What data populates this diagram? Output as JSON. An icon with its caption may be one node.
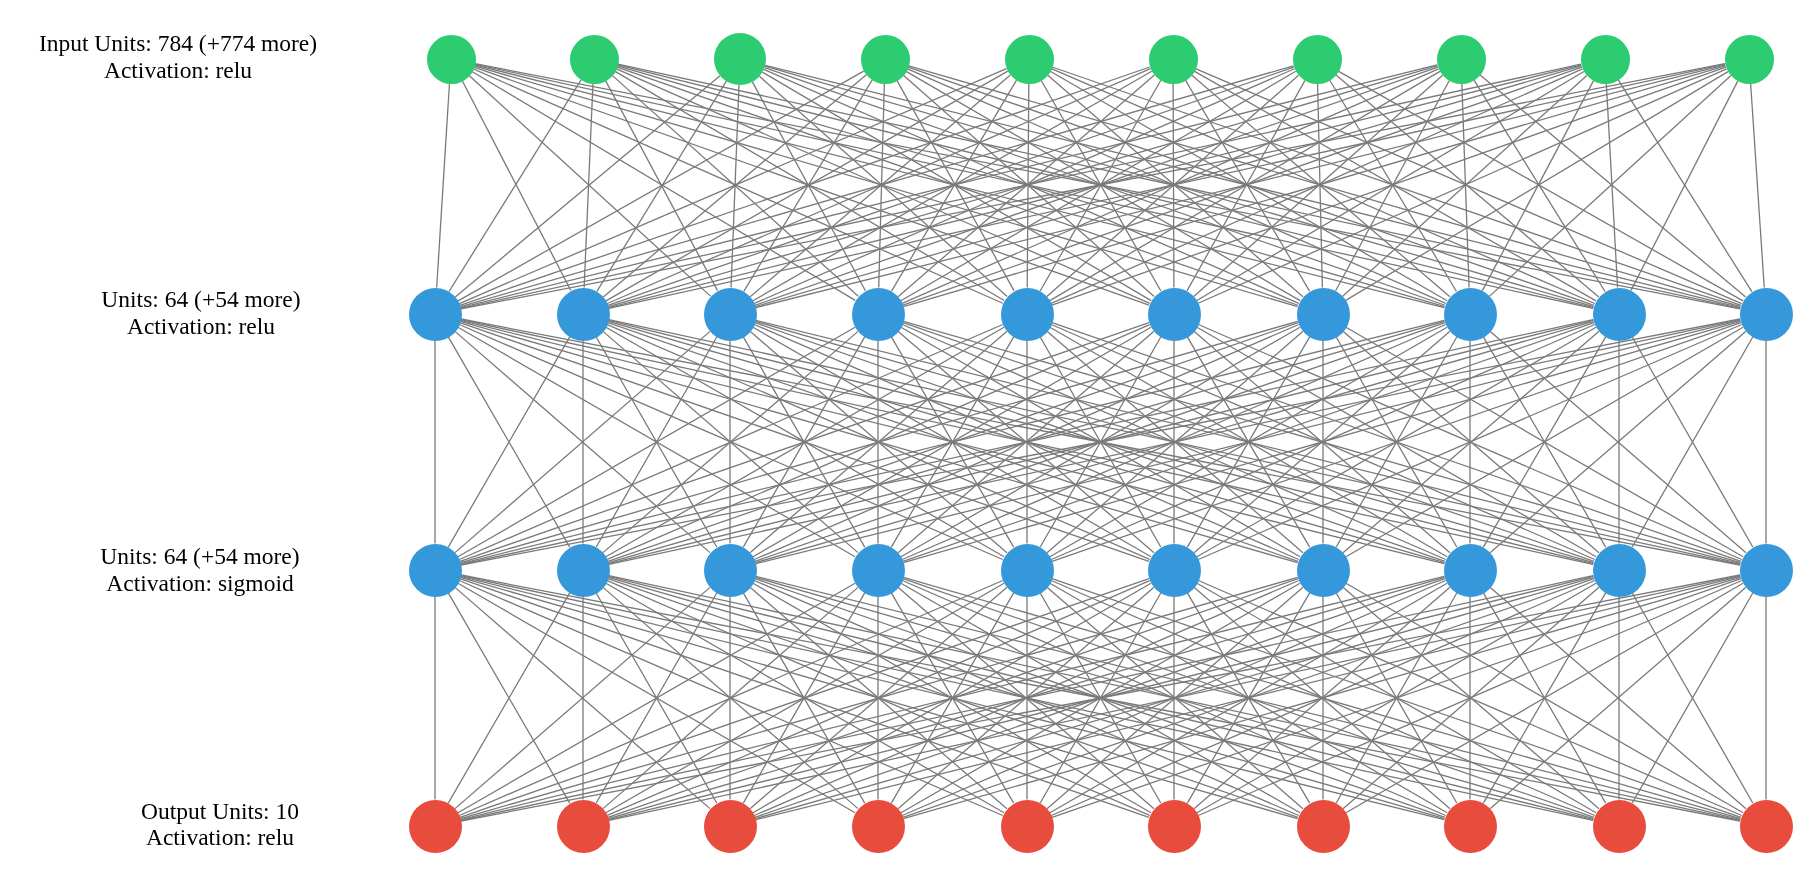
{
  "diagram": {
    "nodes": [
      {
        "text": [],
        "shape": "circle"
      },
      {
        "text": [],
        "shape": "circle"
      },
      {
        "text": [],
        "shape": "circle"
      },
      {
        "text": [],
        "shape": "circle"
      },
      {
        "text": [],
        "shape": "circle"
      },
      {
        "text": [],
        "shape": "circle"
      },
      {
        "text": [],
        "shape": "circle"
      },
      {
        "text": [],
        "shape": "circle"
      },
      {
        "text": [],
        "shape": "circle"
      },
      {
        "text": [],
        "shape": "circle"
      },
      {
        "text": [],
        "shape": "circle"
      },
      {
        "text": [],
        "shape": "circle"
      },
      {
        "text": [],
        "shape": "circle"
      },
      {
        "text": [],
        "shape": "circle"
      },
      {
        "text": [],
        "shape": "circle"
      },
      {
        "text": [],
        "shape": "circle"
      },
      {
        "text": [],
        "shape": "circle"
      },
      {
        "text": [],
        "shape": "circle"
      },
      {
        "text": [],
        "shape": "circle"
      },
      {
        "text": [],
        "shape": "circle"
      },
      {
        "text": [],
        "shape": "circle"
      },
      {
        "text": [],
        "shape": "circle"
      },
      {
        "text": [],
        "shape": "circle"
      },
      {
        "text": [],
        "shape": "circle"
      },
      {
        "text": [],
        "shape": "circle"
      },
      {
        "text": [],
        "shape": "circle"
      },
      {
        "text": [],
        "shape": "circle"
      },
      {
        "text": [],
        "shape": "circle"
      },
      {
        "text": [],
        "shape": "circle"
      },
      {
        "text": [],
        "shape": "circle"
      },
      {
        "text": [],
        "shape": "circle"
      },
      {
        "text": [],
        "shape": "circle"
      },
      {
        "text": [],
        "shape": "circle"
      },
      {
        "text": [],
        "shape": "circle"
      },
      {
        "text": [],
        "shape": "circle"
      },
      {
        "text": [],
        "shape": "circle"
      },
      {
        "text": [],
        "shape": "circle"
      },
      {
        "text": [],
        "shape": "circle"
      },
      {
        "text": [],
        "shape": "circle"
      },
      {
        "text": [],
        "shape": "circle"
      }
    ],
    "edges": [
      {
        "from": 0,
        "to": 10,
        "arrow": "none"
      },
      {
        "from": 0,
        "to": 11,
        "arrow": "none"
      },
      {
        "from": 0,
        "to": 12,
        "arrow": "none"
      },
      {
        "from": 0,
        "to": 13,
        "arrow": "none"
      },
      {
        "from": 0,
        "to": 14,
        "arrow": "none"
      },
      {
        "from": 0,
        "to": 15,
        "arrow": "none"
      },
      {
        "from": 0,
        "to": 16,
        "arrow": "none"
      },
      {
        "from": 0,
        "to": 17,
        "arrow": "none"
      },
      {
        "from": 0,
        "to": 18,
        "arrow": "none"
      },
      {
        "from": 0,
        "to": 19,
        "arrow": "none"
      },
      {
        "from": 1,
        "to": 10,
        "arrow": "none"
      },
      {
        "from": 1,
        "to": 11,
        "arrow": "none"
      },
      {
        "from": 1,
        "to": 12,
        "arrow": "none"
      },
      {
        "from": 1,
        "to": 13,
        "arrow": "none"
      },
      {
        "from": 1,
        "to": 14,
        "arrow": "none"
      },
      {
        "from": 1,
        "to": 15,
        "arrow": "none"
      },
      {
        "from": 1,
        "to": 16,
        "arrow": "none"
      },
      {
        "from": 1,
        "to": 17,
        "arrow": "none"
      },
      {
        "from": 1,
        "to": 18,
        "arrow": "none"
      },
      {
        "from": 1,
        "to": 19,
        "arrow": "none"
      },
      {
        "from": 2,
        "to": 10,
        "arrow": "none"
      },
      {
        "from": 2,
        "to": 11,
        "arrow": "none"
      },
      {
        "from": 2,
        "to": 12,
        "arrow": "none"
      },
      {
        "from": 2,
        "to": 13,
        "arrow": "none"
      },
      {
        "from": 2,
        "to": 14,
        "arrow": "none"
      },
      {
        "from": 2,
        "to": 15,
        "arrow": "none"
      },
      {
        "from": 2,
        "to": 16,
        "arrow": "none"
      },
      {
        "from": 2,
        "to": 17,
        "arrow": "none"
      },
      {
        "from": 2,
        "to": 18,
        "arrow": "none"
      },
      {
        "from": 2,
        "to": 19,
        "arrow": "none"
      },
      {
        "from": 3,
        "to": 10,
        "arrow": "none"
      },
      {
        "from": 3,
        "to": 11,
        "arrow": "none"
      },
      {
        "from": 3,
        "to": 12,
        "arrow": "none"
      },
      {
        "from": 3,
        "to": 13,
        "arrow": "none"
      },
      {
        "from": 3,
        "to": 14,
        "arrow": "none"
      },
      {
        "from": 3,
        "to": 15,
        "arrow": "none"
      },
      {
        "from": 3,
        "to": 16,
        "arrow": "none"
      },
      {
        "from": 3,
        "to": 17,
        "arrow": "none"
      },
      {
        "from": 3,
        "to": 18,
        "arrow": "none"
      },
      {
        "from": 3,
        "to": 19,
        "arrow": "none"
      },
      {
        "from": 4,
        "to": 10,
        "arrow": "none"
      },
      {
        "from": 4,
        "to": 11,
        "arrow": "none"
      },
      {
        "from": 4,
        "to": 12,
        "arrow": "none"
      },
      {
        "from": 4,
        "to": 13,
        "arrow": "none"
      },
      {
        "from": 4,
        "to": 14,
        "arrow": "none"
      },
      {
        "from": 4,
        "to": 15,
        "arrow": "none"
      },
      {
        "from": 4,
        "to": 16,
        "arrow": "none"
      },
      {
        "from": 4,
        "to": 17,
        "arrow": "none"
      },
      {
        "from": 4,
        "to": 18,
        "arrow": "none"
      },
      {
        "from": 4,
        "to": 19,
        "arrow": "none"
      },
      {
        "from": 5,
        "to": 10,
        "arrow": "none"
      },
      {
        "from": 5,
        "to": 11,
        "arrow": "none"
      },
      {
        "from": 5,
        "to": 12,
        "arrow": "none"
      },
      {
        "from": 5,
        "to": 13,
        "arrow": "none"
      },
      {
        "from": 5,
        "to": 14,
        "arrow": "none"
      },
      {
        "from": 5,
        "to": 15,
        "arrow": "none"
      },
      {
        "from": 5,
        "to": 16,
        "arrow": "none"
      },
      {
        "from": 5,
        "to": 17,
        "arrow": "none"
      },
      {
        "from": 5,
        "to": 18,
        "arrow": "none"
      },
      {
        "from": 5,
        "to": 19,
        "arrow": "none"
      },
      {
        "from": 6,
        "to": 10,
        "arrow": "none"
      },
      {
        "from": 6,
        "to": 11,
        "arrow": "none"
      },
      {
        "from": 6,
        "to": 12,
        "arrow": "none"
      },
      {
        "from": 6,
        "to": 13,
        "arrow": "none"
      },
      {
        "from": 6,
        "to": 14,
        "arrow": "none"
      },
      {
        "from": 6,
        "to": 15,
        "arrow": "none"
      },
      {
        "from": 6,
        "to": 16,
        "arrow": "none"
      },
      {
        "from": 6,
        "to": 17,
        "arrow": "none"
      },
      {
        "from": 6,
        "to": 18,
        "arrow": "none"
      },
      {
        "from": 6,
        "to": 19,
        "arrow": "none"
      },
      {
        "from": 7,
        "to": 10,
        "arrow": "none"
      },
      {
        "from": 7,
        "to": 11,
        "arrow": "none"
      },
      {
        "from": 7,
        "to": 12,
        "arrow": "none"
      },
      {
        "from": 7,
        "to": 13,
        "arrow": "none"
      },
      {
        "from": 7,
        "to": 14,
        "arrow": "none"
      },
      {
        "from": 7,
        "to": 15,
        "arrow": "none"
      },
      {
        "from": 7,
        "to": 16,
        "arrow": "none"
      },
      {
        "from": 7,
        "to": 17,
        "arrow": "none"
      },
      {
        "from": 7,
        "to": 18,
        "arrow": "none"
      },
      {
        "from": 7,
        "to": 19,
        "arrow": "none"
      },
      {
        "from": 8,
        "to": 10,
        "arrow": "none"
      },
      {
        "from": 8,
        "to": 11,
        "arrow": "none"
      },
      {
        "from": 8,
        "to": 12,
        "arrow": "none"
      },
      {
        "from": 8,
        "to": 13,
        "arrow": "none"
      },
      {
        "from": 8,
        "to": 14,
        "arrow": "none"
      },
      {
        "from": 8,
        "to": 15,
        "arrow": "none"
      },
      {
        "from": 8,
        "to": 16,
        "arrow": "none"
      },
      {
        "from": 8,
        "to": 17,
        "arrow": "none"
      },
      {
        "from": 8,
        "to": 18,
        "arrow": "none"
      },
      {
        "from": 8,
        "to": 19,
        "arrow": "none"
      },
      {
        "from": 9,
        "to": 10,
        "arrow": "none"
      },
      {
        "from": 9,
        "to": 11,
        "arrow": "none"
      },
      {
        "from": 9,
        "to": 12,
        "arrow": "none"
      },
      {
        "from": 9,
        "to": 13,
        "arrow": "none"
      },
      {
        "from": 9,
        "to": 14,
        "arrow": "none"
      },
      {
        "from": 9,
        "to": 15,
        "arrow": "none"
      },
      {
        "from": 9,
        "to": 16,
        "arrow": "none"
      },
      {
        "from": 9,
        "to": 17,
        "arrow": "none"
      },
      {
        "from": 9,
        "to": 18,
        "arrow": "none"
      },
      {
        "from": 9,
        "to": 19,
        "arrow": "none"
      },
      {
        "from": 10,
        "to": 20,
        "arrow": "none"
      },
      {
        "from": 10,
        "to": 21,
        "arrow": "none"
      },
      {
        "from": 10,
        "to": 22,
        "arrow": "none"
      },
      {
        "from": 10,
        "to": 23,
        "arrow": "none"
      },
      {
        "from": 10,
        "to": 24,
        "arrow": "none"
      },
      {
        "from": 10,
        "to": 25,
        "arrow": "none"
      },
      {
        "from": 10,
        "to": 26,
        "arrow": "none"
      },
      {
        "from": 10,
        "to": 27,
        "arrow": "none"
      },
      {
        "from": 10,
        "to": 28,
        "arrow": "none"
      },
      {
        "from": 10,
        "to": 29,
        "arrow": "none"
      },
      {
        "from": 11,
        "to": 20,
        "arrow": "none"
      },
      {
        "from": 11,
        "to": 21,
        "arrow": "none"
      },
      {
        "from": 11,
        "to": 22,
        "arrow": "none"
      },
      {
        "from": 11,
        "to": 23,
        "arrow": "none"
      },
      {
        "from": 11,
        "to": 24,
        "arrow": "none"
      },
      {
        "from": 11,
        "to": 25,
        "arrow": "none"
      },
      {
        "from": 11,
        "to": 26,
        "arrow": "none"
      },
      {
        "from": 11,
        "to": 27,
        "arrow": "none"
      },
      {
        "from": 11,
        "to": 28,
        "arrow": "none"
      },
      {
        "from": 11,
        "to": 29,
        "arrow": "none"
      },
      {
        "from": 12,
        "to": 20,
        "arrow": "none"
      },
      {
        "from": 12,
        "to": 21,
        "arrow": "none"
      },
      {
        "from": 12,
        "to": 22,
        "arrow": "none"
      },
      {
        "from": 12,
        "to": 23,
        "arrow": "none"
      },
      {
        "from": 12,
        "to": 24,
        "arrow": "none"
      },
      {
        "from": 12,
        "to": 25,
        "arrow": "none"
      },
      {
        "from": 12,
        "to": 26,
        "arrow": "none"
      },
      {
        "from": 12,
        "to": 27,
        "arrow": "none"
      },
      {
        "from": 12,
        "to": 28,
        "arrow": "none"
      },
      {
        "from": 12,
        "to": 29,
        "arrow": "none"
      },
      {
        "from": 13,
        "to": 20,
        "arrow": "none"
      },
      {
        "from": 13,
        "to": 21,
        "arrow": "none"
      },
      {
        "from": 13,
        "to": 22,
        "arrow": "none"
      },
      {
        "from": 13,
        "to": 23,
        "arrow": "none"
      },
      {
        "from": 13,
        "to": 24,
        "arrow": "none"
      },
      {
        "from": 13,
        "to": 25,
        "arrow": "none"
      },
      {
        "from": 13,
        "to": 26,
        "arrow": "none"
      },
      {
        "from": 13,
        "to": 27,
        "arrow": "none"
      },
      {
        "from": 13,
        "to": 28,
        "arrow": "none"
      },
      {
        "from": 13,
        "to": 29,
        "arrow": "none"
      },
      {
        "from": 14,
        "to": 20,
        "arrow": "none"
      },
      {
        "from": 14,
        "to": 21,
        "arrow": "none"
      },
      {
        "from": 14,
        "to": 22,
        "arrow": "none"
      },
      {
        "from": 14,
        "to": 23,
        "arrow": "none"
      },
      {
        "from": 14,
        "to": 24,
        "arrow": "none"
      },
      {
        "from": 14,
        "to": 25,
        "arrow": "none"
      },
      {
        "from": 14,
        "to": 26,
        "arrow": "none"
      },
      {
        "from": 14,
        "to": 27,
        "arrow": "none"
      },
      {
        "from": 14,
        "to": 28,
        "arrow": "none"
      },
      {
        "from": 14,
        "to": 29,
        "arrow": "none"
      },
      {
        "from": 15,
        "to": 20,
        "arrow": "none"
      },
      {
        "from": 15,
        "to": 21,
        "arrow": "none"
      },
      {
        "from": 15,
        "to": 22,
        "arrow": "none"
      },
      {
        "from": 15,
        "to": 23,
        "arrow": "none"
      },
      {
        "from": 15,
        "to": 24,
        "arrow": "none"
      },
      {
        "from": 15,
        "to": 25,
        "arrow": "none"
      },
      {
        "from": 15,
        "to": 26,
        "arrow": "none"
      },
      {
        "from": 15,
        "to": 27,
        "arrow": "none"
      },
      {
        "from": 15,
        "to": 28,
        "arrow": "none"
      },
      {
        "from": 15,
        "to": 29,
        "arrow": "none"
      },
      {
        "from": 16,
        "to": 20,
        "arrow": "none"
      },
      {
        "from": 16,
        "to": 21,
        "arrow": "none"
      },
      {
        "from": 16,
        "to": 22,
        "arrow": "none"
      },
      {
        "from": 16,
        "to": 23,
        "arrow": "none"
      },
      {
        "from": 16,
        "to": 24,
        "arrow": "none"
      },
      {
        "from": 16,
        "to": 25,
        "arrow": "none"
      },
      {
        "from": 16,
        "to": 26,
        "arrow": "none"
      },
      {
        "from": 16,
        "to": 27,
        "arrow": "none"
      },
      {
        "from": 16,
        "to": 28,
        "arrow": "none"
      },
      {
        "from": 16,
        "to": 29,
        "arrow": "none"
      },
      {
        "from": 17,
        "to": 20,
        "arrow": "none"
      },
      {
        "from": 17,
        "to": 21,
        "arrow": "none"
      },
      {
        "from": 17,
        "to": 22,
        "arrow": "none"
      },
      {
        "from": 17,
        "to": 23,
        "arrow": "none"
      },
      {
        "from": 17,
        "to": 24,
        "arrow": "none"
      },
      {
        "from": 17,
        "to": 25,
        "arrow": "none"
      },
      {
        "from": 17,
        "to": 26,
        "arrow": "none"
      },
      {
        "from": 17,
        "to": 27,
        "arrow": "none"
      },
      {
        "from": 17,
        "to": 28,
        "arrow": "none"
      },
      {
        "from": 17,
        "to": 29,
        "arrow": "none"
      },
      {
        "from": 18,
        "to": 20,
        "arrow": "none"
      },
      {
        "from": 18,
        "to": 21,
        "arrow": "none"
      },
      {
        "from": 18,
        "to": 22,
        "arrow": "none"
      },
      {
        "from": 18,
        "to": 23,
        "arrow": "none"
      },
      {
        "from": 18,
        "to": 24,
        "arrow": "none"
      },
      {
        "from": 18,
        "to": 25,
        "arrow": "none"
      },
      {
        "from": 18,
        "to": 26,
        "arrow": "none"
      },
      {
        "from": 18,
        "to": 27,
        "arrow": "none"
      },
      {
        "from": 18,
        "to": 28,
        "arrow": "none"
      },
      {
        "from": 18,
        "to": 29,
        "arrow": "none"
      },
      {
        "from": 19,
        "to": 20,
        "arrow": "none"
      },
      {
        "from": 19,
        "to": 21,
        "arrow": "none"
      },
      {
        "from": 19,
        "to": 22,
        "arrow": "none"
      },
      {
        "from": 19,
        "to": 23,
        "arrow": "none"
      },
      {
        "from": 19,
        "to": 24,
        "arrow": "none"
      },
      {
        "from": 19,
        "to": 25,
        "arrow": "none"
      },
      {
        "from": 19,
        "to": 26,
        "arrow": "none"
      },
      {
        "from": 19,
        "to": 27,
        "arrow": "none"
      },
      {
        "from": 19,
        "to": 28,
        "arrow": "none"
      },
      {
        "from": 19,
        "to": 29,
        "arrow": "none"
      },
      {
        "from": 20,
        "to": 30,
        "arrow": "none"
      },
      {
        "from": 20,
        "to": 31,
        "arrow": "none"
      },
      {
        "from": 20,
        "to": 32,
        "arrow": "none"
      },
      {
        "from": 20,
        "to": 33,
        "arrow": "none"
      },
      {
        "from": 20,
        "to": 34,
        "arrow": "none"
      },
      {
        "from": 20,
        "to": 35,
        "arrow": "none"
      },
      {
        "from": 20,
        "to": 36,
        "arrow": "none"
      },
      {
        "from": 20,
        "to": 37,
        "arrow": "none"
      },
      {
        "from": 20,
        "to": 38,
        "arrow": "none"
      },
      {
        "from": 20,
        "to": 39,
        "arrow": "none"
      },
      {
        "from": 21,
        "to": 30,
        "arrow": "none"
      },
      {
        "from": 21,
        "to": 31,
        "arrow": "none"
      },
      {
        "from": 21,
        "to": 32,
        "arrow": "none"
      },
      {
        "from": 21,
        "to": 33,
        "arrow": "none"
      },
      {
        "from": 21,
        "to": 34,
        "arrow": "none"
      },
      {
        "from": 21,
        "to": 35,
        "arrow": "none"
      },
      {
        "from": 21,
        "to": 36,
        "arrow": "none"
      },
      {
        "from": 21,
        "to": 37,
        "arrow": "none"
      },
      {
        "from": 21,
        "to": 38,
        "arrow": "none"
      },
      {
        "from": 21,
        "to": 39,
        "arrow": "none"
      },
      {
        "from": 22,
        "to": 30,
        "arrow": "none"
      },
      {
        "from": 22,
        "to": 31,
        "arrow": "none"
      },
      {
        "from": 22,
        "to": 32,
        "arrow": "none"
      },
      {
        "from": 22,
        "to": 33,
        "arrow": "none"
      },
      {
        "from": 22,
        "to": 34,
        "arrow": "none"
      },
      {
        "from": 22,
        "to": 35,
        "arrow": "none"
      },
      {
        "from": 22,
        "to": 36,
        "arrow": "none"
      },
      {
        "from": 22,
        "to": 37,
        "arrow": "none"
      },
      {
        "from": 22,
        "to": 38,
        "arrow": "none"
      },
      {
        "from": 22,
        "to": 39,
        "arrow": "none"
      },
      {
        "from": 23,
        "to": 30,
        "arrow": "none"
      },
      {
        "from": 23,
        "to": 31,
        "arrow": "none"
      },
      {
        "from": 23,
        "to": 32,
        "arrow": "none"
      },
      {
        "from": 23,
        "to": 33,
        "arrow": "none"
      },
      {
        "from": 23,
        "to": 34,
        "arrow": "none"
      },
      {
        "from": 23,
        "to": 35,
        "arrow": "none"
      },
      {
        "from": 23,
        "to": 36,
        "arrow": "none"
      },
      {
        "from": 23,
        "to": 37,
        "arrow": "none"
      },
      {
        "from": 23,
        "to": 38,
        "arrow": "none"
      },
      {
        "from": 23,
        "to": 39,
        "arrow": "none"
      },
      {
        "from": 24,
        "to": 30,
        "arrow": "none"
      },
      {
        "from": 24,
        "to": 31,
        "arrow": "none"
      },
      {
        "from": 24,
        "to": 32,
        "arrow": "none"
      },
      {
        "from": 24,
        "to": 33,
        "arrow": "none"
      },
      {
        "from": 24,
        "to": 34,
        "arrow": "none"
      },
      {
        "from": 24,
        "to": 35,
        "arrow": "none"
      },
      {
        "from": 24,
        "to": 36,
        "arrow": "none"
      },
      {
        "from": 24,
        "to": 37,
        "arrow": "none"
      },
      {
        "from": 24,
        "to": 38,
        "arrow": "none"
      },
      {
        "from": 24,
        "to": 39,
        "arrow": "none"
      },
      {
        "from": 25,
        "to": 30,
        "arrow": "none"
      },
      {
        "from": 25,
        "to": 31,
        "arrow": "none"
      },
      {
        "from": 25,
        "to": 32,
        "arrow": "none"
      },
      {
        "from": 25,
        "to": 33,
        "arrow": "none"
      },
      {
        "from": 25,
        "to": 34,
        "arrow": "none"
      },
      {
        "from": 25,
        "to": 35,
        "arrow": "none"
      },
      {
        "from": 25,
        "to": 36,
        "arrow": "none"
      },
      {
        "from": 25,
        "to": 37,
        "arrow": "none"
      },
      {
        "from": 25,
        "to": 38,
        "arrow": "none"
      },
      {
        "from": 25,
        "to": 39,
        "arrow": "none"
      },
      {
        "from": 26,
        "to": 30,
        "arrow": "none"
      },
      {
        "from": 26,
        "to": 31,
        "arrow": "none"
      },
      {
        "from": 26,
        "to": 32,
        "arrow": "none"
      },
      {
        "from": 26,
        "to": 33,
        "arrow": "none"
      },
      {
        "from": 26,
        "to": 34,
        "arrow": "none"
      },
      {
        "from": 26,
        "to": 35,
        "arrow": "none"
      },
      {
        "from": 26,
        "to": 36,
        "arrow": "none"
      },
      {
        "from": 26,
        "to": 37,
        "arrow": "none"
      },
      {
        "from": 26,
        "to": 38,
        "arrow": "none"
      },
      {
        "from": 26,
        "to": 39,
        "arrow": "none"
      },
      {
        "from": 27,
        "to": 30,
        "arrow": "none"
      },
      {
        "from": 27,
        "to": 31,
        "arrow": "none"
      },
      {
        "from": 27,
        "to": 32,
        "arrow": "none"
      },
      {
        "from": 27,
        "to": 33,
        "arrow": "none"
      },
      {
        "from": 27,
        "to": 34,
        "arrow": "none"
      },
      {
        "from": 27,
        "to": 35,
        "arrow": "none"
      },
      {
        "from": 27,
        "to": 36,
        "arrow": "none"
      },
      {
        "from": 27,
        "to": 37,
        "arrow": "none"
      },
      {
        "from": 27,
        "to": 38,
        "arrow": "none"
      },
      {
        "from": 27,
        "to": 39,
        "arrow": "none"
      },
      {
        "from": 28,
        "to": 30,
        "arrow": "none"
      },
      {
        "from": 28,
        "to": 31,
        "arrow": "none"
      },
      {
        "from": 28,
        "to": 32,
        "arrow": "none"
      },
      {
        "from": 28,
        "to": 33,
        "arrow": "none"
      },
      {
        "from": 28,
        "to": 34,
        "arrow": "none"
      },
      {
        "from": 28,
        "to": 35,
        "arrow": "none"
      },
      {
        "from": 28,
        "to": 36,
        "arrow": "none"
      },
      {
        "from": 28,
        "to": 37,
        "arrow": "none"
      },
      {
        "from": 28,
        "to": 38,
        "arrow": "none"
      },
      {
        "from": 28,
        "to": 39,
        "arrow": "none"
      },
      {
        "from": 29,
        "to": 30,
        "arrow": "none"
      },
      {
        "from": 29,
        "to": 31,
        "arrow": "none"
      },
      {
        "from": 29,
        "to": 32,
        "arrow": "none"
      },
      {
        "from": 29,
        "to": 33,
        "arrow": "none"
      },
      {
        "from": 29,
        "to": 34,
        "arrow": "none"
      },
      {
        "from": 29,
        "to": 35,
        "arrow": "none"
      },
      {
        "from": 29,
        "to": 36,
        "arrow": "none"
      },
      {
        "from": 29,
        "to": 37,
        "arrow": "none"
      },
      {
        "from": 29,
        "to": 38,
        "arrow": "none"
      },
      {
        "from": 29,
        "to": 39,
        "arrow": "none"
      }
    ],
    "labels": [
      "Input Units: 784 (+774 more)",
      "Activation: relu",
      "Units: 64 (+54 more)",
      "Activation: relu",
      "Units: 64 (+54 more)",
      "Activation: sigmoid",
      "Output Units: 10",
      "Activation: relu"
    ]
  }
}
